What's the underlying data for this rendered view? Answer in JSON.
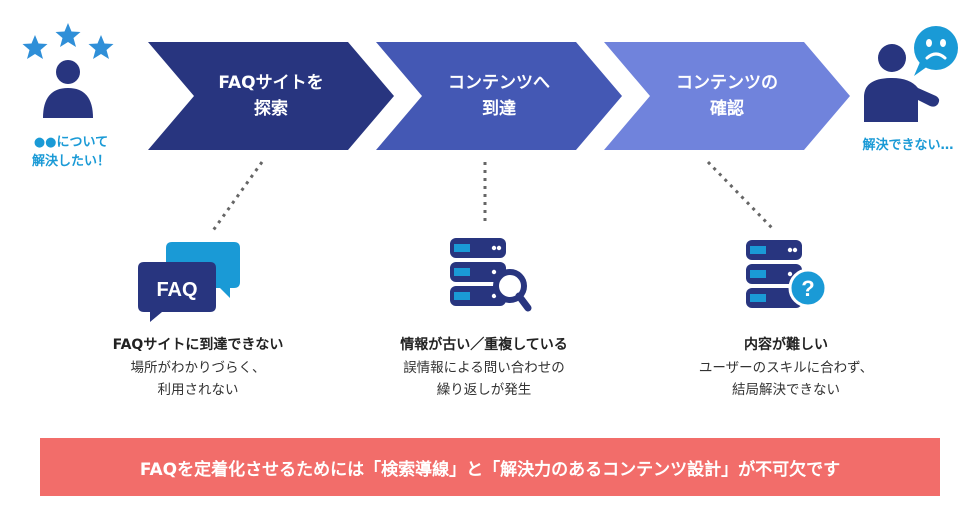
{
  "left_person": {
    "caption_line1": "●●について",
    "caption_line2": "解決したい！"
  },
  "right_person": {
    "caption": "解決できない…"
  },
  "steps": [
    {
      "line1": "FAQサイトを",
      "line2": "探索",
      "color": "#28357f"
    },
    {
      "line1": "コンテンツへ",
      "line2": "到達",
      "color": "#4458b4"
    },
    {
      "line1": "コンテンツの",
      "line2": "確認",
      "color": "#7083dc"
    }
  ],
  "problems": [
    {
      "icon_label": "FAQ",
      "title": "FAQサイトに到達できない",
      "desc1": "場所がわかりづらく、",
      "desc2": "利用されない"
    },
    {
      "title": "情報が古い／重複している",
      "desc1": "誤情報による問い合わせの",
      "desc2": "繰り返しが発生"
    },
    {
      "icon_label": "?",
      "title": "内容が難しい",
      "desc1": "ユーザーのスキルに合わず、",
      "desc2": "結局解決できない"
    }
  ],
  "banner": {
    "text": "FAQを定着化させるためには「検索導線」と「解決力のあるコンテンツ設計」が不可欠です"
  },
  "colors": {
    "navy": "#28357f",
    "cyan": "#1a9ad6",
    "star": "#2f8fd8",
    "banner": "#f26d6a"
  }
}
